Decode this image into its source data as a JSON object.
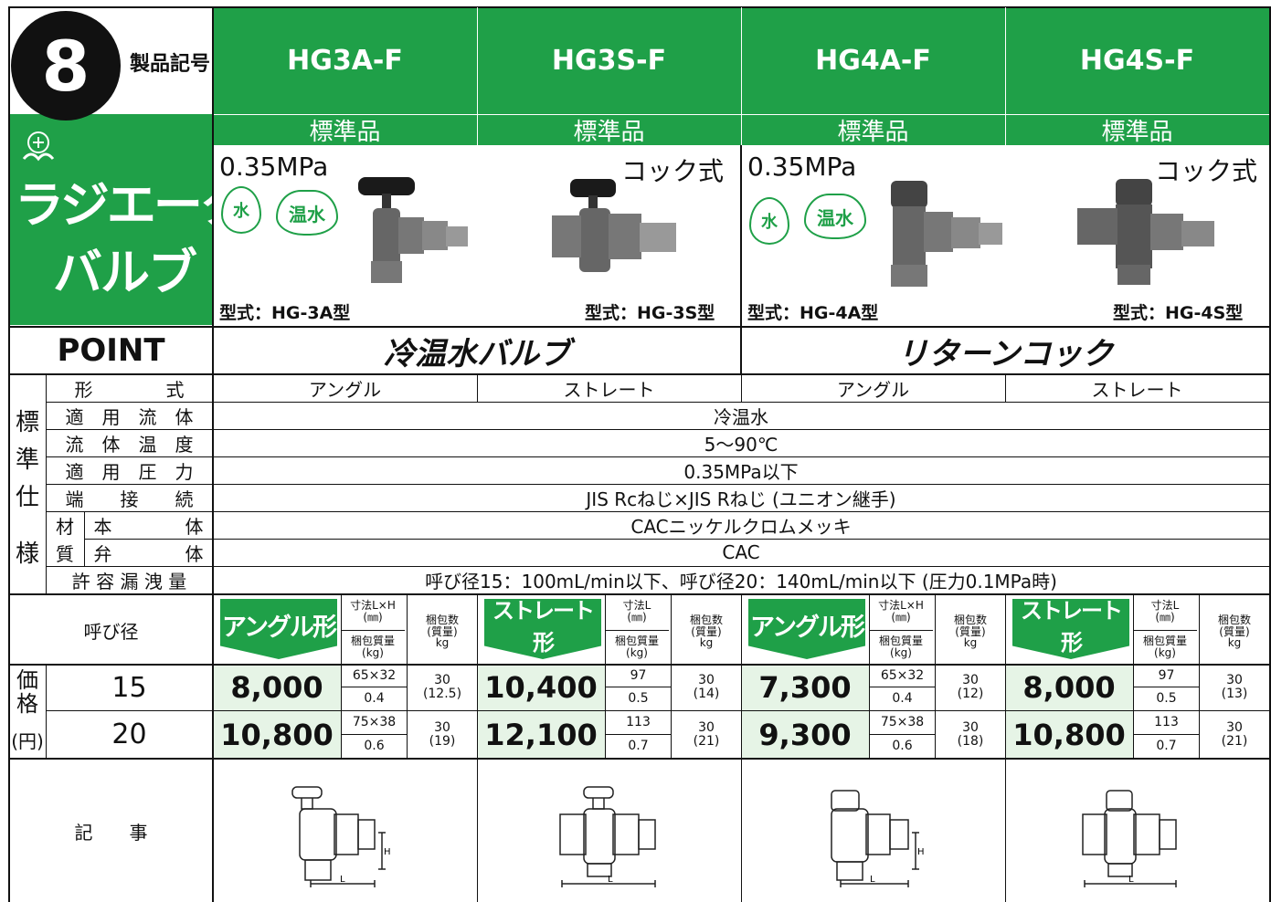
{
  "header": {
    "number": "8",
    "product_code_label": "製品記号",
    "category_line1": "ラジエータ",
    "category_line2": "バルブ",
    "codes": [
      "HG3A-F",
      "HG3S-F",
      "HG4A-F",
      "HG4S-F"
    ],
    "standard_label": "標準品"
  },
  "products": [
    {
      "pressure": "0.35MPa",
      "kind": "",
      "model": "型式：HG-3A型",
      "icons": [
        "水",
        "温水"
      ]
    },
    {
      "pressure": "",
      "kind": "コック式",
      "model": "型式：HG-3S型",
      "icons": []
    },
    {
      "pressure": "0.35MPa",
      "kind": "",
      "model": "型式：HG-4A型",
      "icons": [
        "水",
        "温水"
      ]
    },
    {
      "pressure": "",
      "kind": "コック式",
      "model": "型式：HG-4S型",
      "icons": []
    }
  ],
  "point": {
    "label": "POINT",
    "group1": "冷温水バルブ",
    "group2": "リターンコック"
  },
  "spec": {
    "side_label": [
      "標",
      "準",
      "仕",
      "様"
    ],
    "rows": [
      {
        "label": "形　　　　式",
        "values": [
          "アングル",
          "ストレート",
          "アングル",
          "ストレート"
        ]
      },
      {
        "label": "適　用　流　体",
        "value": "冷温水"
      },
      {
        "label": "流　体　温　度",
        "value": "5〜90℃"
      },
      {
        "label": "適　用　圧　力",
        "value": "0.35MPa以下"
      },
      {
        "label": "端　　接　　続",
        "value": "JIS Rcねじ×JIS Rねじ (ユニオン継手)"
      },
      {
        "label": "本　　　　体",
        "value": "CACニッケルクロムメッキ"
      },
      {
        "label": "弁　　　　体",
        "value": "CAC"
      },
      {
        "label": "許 容 漏 洩 量",
        "value": "呼び径15：100mL/min以下、呼び径20：140mL/min以下 (圧力0.1MPa時)"
      }
    ],
    "material_label": [
      "材",
      "質"
    ]
  },
  "price": {
    "diameter_label": "呼び径",
    "side_label": [
      "価",
      "格",
      "(円)"
    ],
    "cols": [
      {
        "tag": "アングル形",
        "dim_top": "寸法L×H",
        "dim_unit": "(㎜)",
        "weight_label": "梱包質量",
        "weight_unit": "(kg)",
        "pack_label": "梱包数",
        "pack_sub": "質量",
        "pack_unit": "kg"
      },
      {
        "tag": "ストレート形",
        "dim_top": "寸法L",
        "dim_unit": "(㎜)",
        "weight_label": "梱包質量",
        "weight_unit": "(kg)",
        "pack_label": "梱包数",
        "pack_sub": "質量",
        "pack_unit": "kg"
      },
      {
        "tag": "アングル形",
        "dim_top": "寸法L×H",
        "dim_unit": "(㎜)",
        "weight_label": "梱包質量",
        "weight_unit": "(kg)",
        "pack_label": "梱包数",
        "pack_sub": "質量",
        "pack_unit": "kg"
      },
      {
        "tag": "ストレート形",
        "dim_top": "寸法L",
        "dim_unit": "(㎜)",
        "weight_label": "梱包質量",
        "weight_unit": "(kg)",
        "pack_label": "梱包数",
        "pack_sub": "質量",
        "pack_unit": "kg"
      }
    ],
    "rows": [
      {
        "size": "15",
        "cells": [
          {
            "price": "8,000",
            "dim": "65×32",
            "weight": "0.4",
            "pack": "30",
            "pack_weight": "(12.5)"
          },
          {
            "price": "10,400",
            "dim": "97",
            "weight": "0.5",
            "pack": "30",
            "pack_weight": "(14)"
          },
          {
            "price": "7,300",
            "dim": "65×32",
            "weight": "0.4",
            "pack": "30",
            "pack_weight": "(12)"
          },
          {
            "price": "8,000",
            "dim": "97",
            "weight": "0.5",
            "pack": "30",
            "pack_weight": "(13)"
          }
        ]
      },
      {
        "size": "20",
        "cells": [
          {
            "price": "10,800",
            "dim": "75×38",
            "weight": "0.6",
            "pack": "30",
            "pack_weight": "(19)"
          },
          {
            "price": "12,100",
            "dim": "113",
            "weight": "0.7",
            "pack": "30",
            "pack_weight": "(21)"
          },
          {
            "price": "9,300",
            "dim": "75×38",
            "weight": "0.6",
            "pack": "30",
            "pack_weight": "(18)"
          },
          {
            "price": "10,800",
            "dim": "113",
            "weight": "0.7",
            "pack": "30",
            "pack_weight": "(21)"
          }
        ]
      }
    ]
  },
  "notes": {
    "label": "記　　事",
    "dim_L": "L",
    "dim_H": "H"
  },
  "colors": {
    "green": "#1fa048",
    "light_green": "#e6f4e6",
    "black": "#111111"
  }
}
